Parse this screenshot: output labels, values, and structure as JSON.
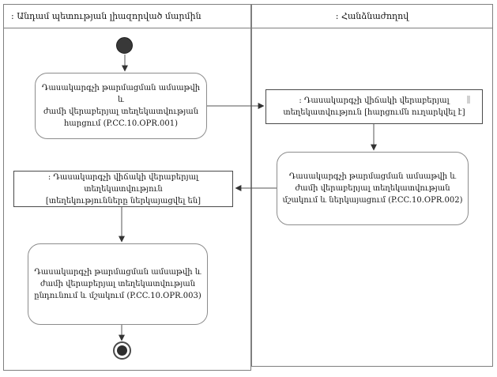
{
  "diagram": {
    "type": "uml-activity-swimlane",
    "lanes": [
      {
        "title": ": Անդամ պետության լիազորված մարմին"
      },
      {
        "title": ": Հանձնաժողով"
      }
    ],
    "nodes": {
      "action1": {
        "label": "Դասակարգչի թարմացման ամսաթվի և\nժամի վերաբերյալ տեղեկատվության\nհարցում (P.CC.10.OPR.001)"
      },
      "object1": {
        "label": ": Դասակարգչի վիճակի վերաբերյալ\nտեղեկատվություն [հարցումն ուղարկվել է]"
      },
      "action2": {
        "label": "Դասակարգչի թարմացման ամսաթվի և\nժամի վերաբերյալ տեղեկատվության\nմշակում և ներկայացում (P.CC.10.OPR.002)"
      },
      "object2": {
        "label": ": Դասակարգչի վիճակի վերաբերյալ տեղեկատվություն\n[տեղեկությունները ներկայացվել են]"
      },
      "action3": {
        "label": "Դասակարգչի թարմացման ամսաթվի և\nժամի վերաբերյալ տեղեկատվության\nընդունում և մշակում (P.CC.10.OPR.003)"
      }
    },
    "colors": {
      "lane_border": "#7f7f7f",
      "action_border": "#8c8c8c",
      "object_border": "#4a4a4a",
      "connector": "#555555",
      "terminal_fill": "#383838",
      "text": "#161616",
      "background": "#ffffff"
    }
  }
}
